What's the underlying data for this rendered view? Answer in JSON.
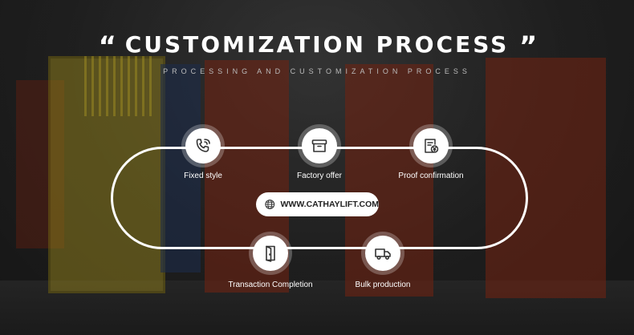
{
  "header": {
    "open_quote": "“",
    "title": "CUSTOMIZATION PROCESS",
    "close_quote": "”",
    "subtitle": "PROCESSING AND CUSTOMIZATION PROCESS"
  },
  "steps": [
    {
      "label": "Fixed style",
      "icon": "phone-chat-icon"
    },
    {
      "label": "Factory offer",
      "icon": "box-icon"
    },
    {
      "label": "Proof confirmation",
      "icon": "document-yen-icon"
    },
    {
      "label": "Transaction Completion",
      "icon": "door-icon"
    },
    {
      "label": "Bulk production",
      "icon": "truck-icon"
    }
  ],
  "website": {
    "text": "WWW.CATHAYLIFT.COM",
    "icon": "globe-icon"
  },
  "colors": {
    "accent": "#ffffff",
    "icon_stroke": "#333333"
  }
}
